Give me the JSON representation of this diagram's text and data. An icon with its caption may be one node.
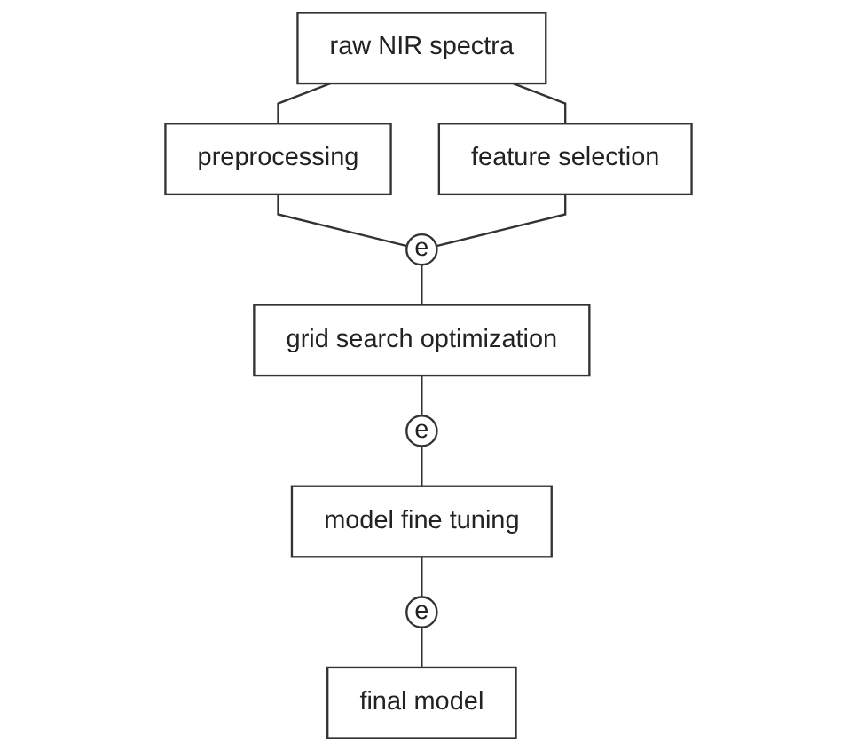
{
  "diagram": {
    "nodes": [
      {
        "text": [
          "raw NIR spectra"
        ]
      },
      {
        "text": [
          "preprocessing"
        ]
      },
      {
        "text": [
          "e"
        ]
      },
      {
        "text": [
          "feature selection"
        ]
      },
      {
        "text": [
          "grid search optimization"
        ]
      },
      {
        "text": [
          "e"
        ]
      },
      {
        "text": [
          "model fine tuning"
        ]
      },
      {
        "text": [
          "e"
        ]
      },
      {
        "text": [
          "final model"
        ]
      }
    ],
    "edges": [
      {
        "from": 0,
        "to": 1,
        "arrow": "none"
      },
      {
        "from": 0,
        "to": 3,
        "arrow": "none"
      },
      {
        "from": 1,
        "to": 2,
        "arrow": "none"
      },
      {
        "from": 3,
        "to": 2,
        "arrow": "none"
      },
      {
        "from": 2,
        "to": 4,
        "arrow": "none"
      },
      {
        "from": 4,
        "to": 5,
        "arrow": "none"
      },
      {
        "from": 5,
        "to": 6,
        "arrow": "none"
      },
      {
        "from": 6,
        "to": 7,
        "arrow": "none"
      },
      {
        "from": 7,
        "to": 8,
        "arrow": "none"
      }
    ]
  }
}
